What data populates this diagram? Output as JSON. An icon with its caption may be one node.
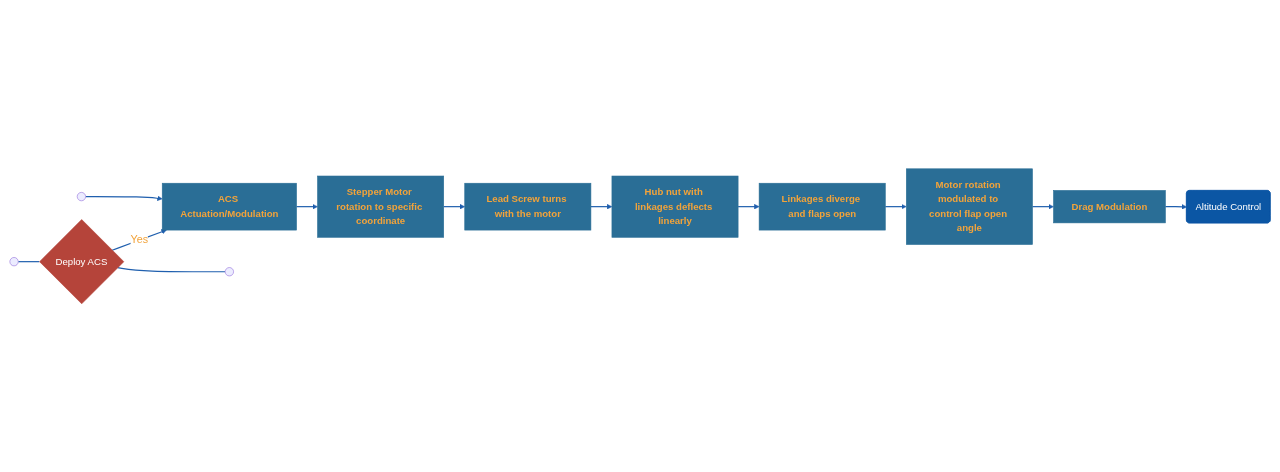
{
  "diagram": {
    "nodes": [
      {
        "text": [
          "Deploy ACS"
        ]
      },
      {
        "text": [
          "ACS Actuation/Modulation"
        ]
      },
      {
        "text": [
          "Stepper Motor rotation to specific coordinate"
        ]
      },
      {
        "text": [
          "Lead Screw turns with the motor"
        ]
      },
      {
        "text": [
          "Hub nut with linkages deflects linearly"
        ]
      },
      {
        "text": [
          "Linkages diverge and flaps open"
        ]
      },
      {
        "text": [
          "Motor rotation modulated to control flap open angle"
        ]
      },
      {
        "text": [
          "Drag Modulation"
        ]
      },
      {
        "text": [
          "Altitude Control"
        ]
      }
    ],
    "edges": [
      {
        "from": null,
        "to": 0,
        "arrow": "none"
      },
      {
        "from": 0,
        "to": null,
        "arrow": "none"
      },
      {
        "from": null,
        "to": 1,
        "arrow": "to"
      },
      {
        "from": 0,
        "to": 1,
        "label": "Yes",
        "arrow": "to"
      },
      {
        "from": 1,
        "to": 2,
        "arrow": "to"
      },
      {
        "from": 2,
        "to": 3,
        "arrow": "to"
      },
      {
        "from": 3,
        "to": 4,
        "arrow": "to"
      },
      {
        "from": 4,
        "to": 5,
        "arrow": "to"
      },
      {
        "from": 5,
        "to": 6,
        "arrow": "to"
      },
      {
        "from": 6,
        "to": 7,
        "arrow": "to"
      },
      {
        "from": 7,
        "to": 8,
        "arrow": "to"
      }
    ]
  }
}
